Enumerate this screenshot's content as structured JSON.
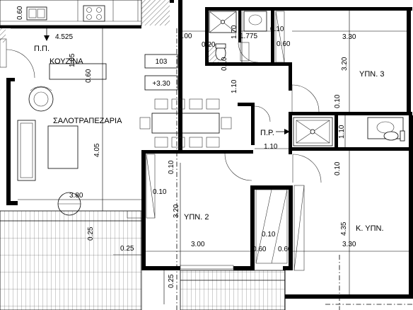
{
  "rooms": {
    "kitchen": "ΚΟΥΖΙΝΑ",
    "living": "ΣΑΛΟΤΡΑΠΕΖΑΡΙΑ",
    "bedroom2": "ΥΠΝ. 2",
    "bedroom3": "ΥΠΝ. 3",
    "master": "Κ. ΥΠΝ.",
    "wc_left": "Π.Π.",
    "wc_right": "Π.Ρ."
  },
  "tags": {
    "apartment": "103",
    "level": "+3.30"
  },
  "dims": {
    "kitchen_width": "4.525",
    "kitchen_v1": "0.60",
    "kitchen_v2": "1.05",
    "kitchen_v3": "0.60",
    "living_v": "4.05",
    "living_w": "3.80",
    "bath_top_w": "1.00",
    "bath_top_v": "1.70",
    "bath_w": "1.775",
    "bath_v": "0.20",
    "bath_r1": "0.10",
    "bath_r2": "0.60",
    "corr_v1": "0.10",
    "corr_v2": "1.10",
    "wc_w": "1.10",
    "b3_w": "3.30",
    "b3_v": "3.20",
    "b3_v2": "0.10",
    "right_v1": "1.10",
    "b2_v1": "0.10",
    "b2_h1": "0.10",
    "b2_v": "3.20",
    "b2_w": "3.00",
    "b2_r": "0.60",
    "ver_v": "0.25",
    "ver_h": "0.25",
    "ver_v2": "0.25",
    "mid_v": "0.10",
    "mid_r": "0.60",
    "master_v1": "0.10",
    "master_v": "4.35",
    "master_w": "3.30"
  }
}
